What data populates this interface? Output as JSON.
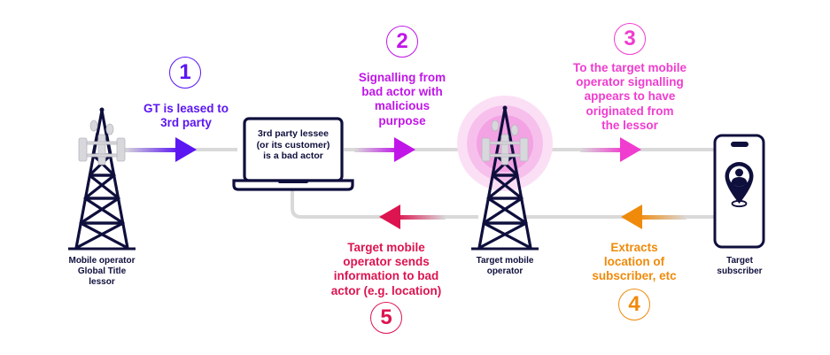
{
  "colors": {
    "step1": "#5b16f2",
    "step2": "#c016e8",
    "step3": "#f03ccf",
    "step4": "#f08a0a",
    "step5": "#dc1450",
    "navy": "#0f0f3d",
    "line_gray": "#d9d9d9",
    "antenna_gray": "#d7d7dc",
    "glow_pink": "#f26fd8"
  },
  "nodes": {
    "lessor": {
      "icon": "cell-tower-icon",
      "label_lines": [
        "Mobile operator",
        "Global Title",
        "lessor"
      ]
    },
    "bad_actor": {
      "icon": "laptop-icon",
      "screen_lines": [
        "3rd party lessee",
        "(or its customer)",
        "is a bad actor"
      ]
    },
    "target_operator": {
      "icon": "cell-tower-broadcasting-icon",
      "label_lines": [
        "Target mobile",
        "operator"
      ]
    },
    "subscriber": {
      "icon": "smartphone-location-pin-icon",
      "label_lines": [
        "Target",
        "subscriber"
      ]
    }
  },
  "steps": [
    {
      "number": "1",
      "direction": "right",
      "text_lines": [
        "GT is leased to",
        "3rd party"
      ]
    },
    {
      "number": "2",
      "direction": "right",
      "text_lines": [
        "Signalling from",
        "bad actor with",
        "malicious",
        "purpose"
      ]
    },
    {
      "number": "3",
      "direction": "right",
      "text_lines": [
        "To the target mobile",
        "operator signalling",
        "appears to have",
        "originated from",
        "the lessor"
      ]
    },
    {
      "number": "4",
      "direction": "left",
      "text_lines": [
        "Extracts",
        "location of",
        "subscriber, etc"
      ]
    },
    {
      "number": "5",
      "direction": "left",
      "text_lines": [
        "Target mobile",
        "operator sends",
        "information to bad",
        "actor (e.g. location)"
      ]
    }
  ]
}
